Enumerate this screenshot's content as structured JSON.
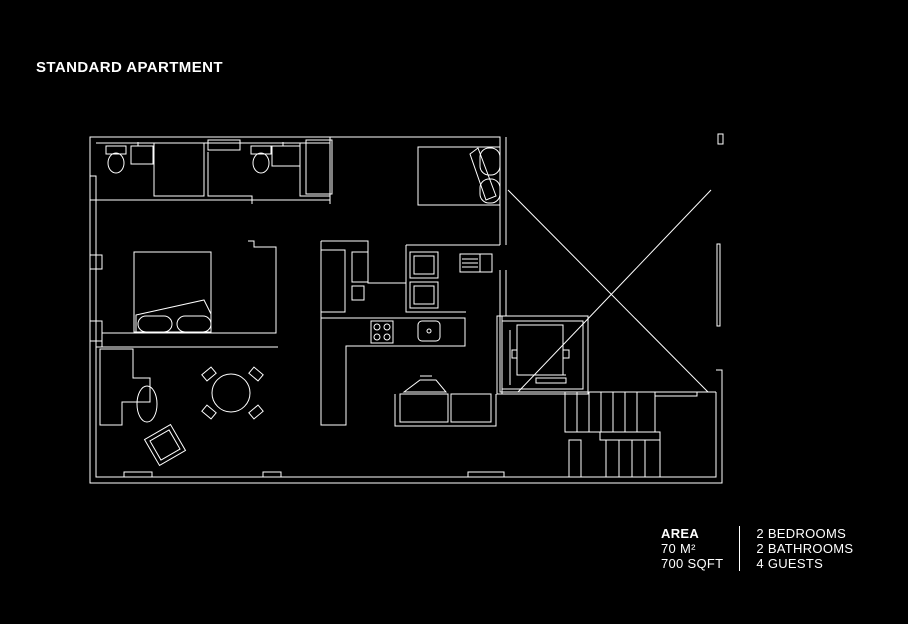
{
  "title": "STANDARD APARTMENT",
  "area": {
    "label": "AREA",
    "metric": "70 M²",
    "imperial": "700 SQFT"
  },
  "features": {
    "bedrooms": "2 BEDROOMS",
    "bathrooms": "2 BATHROOMS",
    "guests": "4 GUESTS"
  },
  "colors": {
    "background": "#000000",
    "lines": "#ffffff"
  }
}
